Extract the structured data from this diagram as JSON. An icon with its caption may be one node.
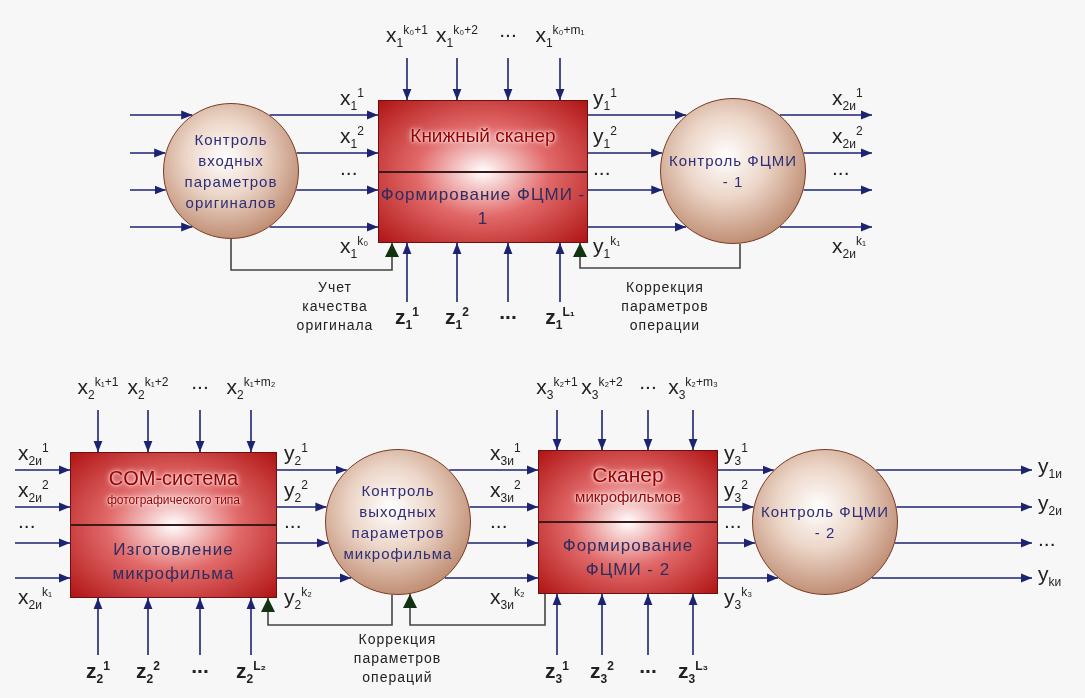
{
  "diagram": {
    "nodes": [
      {
        "text": [
          "Контроль входных параметров оригиналов"
        ]
      },
      {
        "text": [
          "Книжный сканер",
          "Формирование ФЦМИ - 1"
        ]
      },
      {
        "text": [
          "Контроль ФЦМИ - 1"
        ]
      },
      {
        "text": [
          "COM-система",
          "фотографического типа",
          "Изготовление микрофильма"
        ]
      },
      {
        "text": [
          "Контроль выходных параметров микрофильма"
        ]
      },
      {
        "text": [
          "Сканер",
          "микрофильмов",
          "Формирование ФЦМИ - 2"
        ]
      },
      {
        "text": [
          "Контроль ФЦМИ - 2"
        ]
      }
    ],
    "edges": [
      {
        "from": null,
        "to": 0,
        "arrow": "to"
      },
      {
        "from": null,
        "to": 0,
        "arrow": "to"
      },
      {
        "from": null,
        "to": 0,
        "arrow": "to"
      },
      {
        "from": null,
        "to": 0,
        "arrow": "to"
      },
      {
        "from": 0,
        "to": 1,
        "arrow": "to",
        "label": "x$_{1}$$^{1}$"
      },
      {
        "from": 0,
        "to": 1,
        "arrow": "to",
        "label": "x$_{1}$$^{2}$"
      },
      {
        "from": 0,
        "to": 1,
        "arrow": "to",
        "label": "..."
      },
      {
        "from": 0,
        "to": 1,
        "arrow": "to",
        "label": "x$_{1}$$^{k₀}$"
      },
      {
        "from": null,
        "to": 1,
        "arrow": "to",
        "label": "x$_{1}$$^{k₀+1}$"
      },
      {
        "from": null,
        "to": 1,
        "arrow": "to",
        "label": "x$_{1}$$^{k₀+2}$"
      },
      {
        "from": null,
        "to": 1,
        "arrow": "to",
        "label": "..."
      },
      {
        "from": null,
        "to": 1,
        "arrow": "to",
        "label": "x$_{1}$$^{k₀+m₁}$"
      },
      {
        "from": null,
        "to": 1,
        "arrow": "to",
        "label": "z$_{1}$$^{1}$"
      },
      {
        "from": null,
        "to": 1,
        "arrow": "to",
        "label": "z$_{1}$$^{2}$"
      },
      {
        "from": null,
        "to": 1,
        "arrow": "to",
        "label": "..."
      },
      {
        "from": null,
        "to": 1,
        "arrow": "to",
        "label": "z$_{1}$$^{L₁}$"
      },
      {
        "from": 1,
        "to": 2,
        "arrow": "to",
        "label": "y$_{1}$$^{1}$"
      },
      {
        "from": 1,
        "to": 2,
        "arrow": "to",
        "label": "y$_{1}$$^{2}$"
      },
      {
        "from": 1,
        "to": 2,
        "arrow": "to",
        "label": "..."
      },
      {
        "from": 1,
        "to": 2,
        "arrow": "to",
        "label": "y$_{1}$$^{k₁}$"
      },
      {
        "from": 2,
        "to": null,
        "arrow": "to",
        "label": "x$_{2и}$$^{1}$"
      },
      {
        "from": 2,
        "to": null,
        "arrow": "to",
        "label": "x$_{2и}$$^{2}$"
      },
      {
        "from": 2,
        "to": null,
        "arrow": "to",
        "label": "..."
      },
      {
        "from": 2,
        "to": null,
        "arrow": "to",
        "label": "x$_{2и}$$^{k₁}$"
      },
      {
        "from": 0,
        "to": 1,
        "arrow": "to",
        "label": "Учет качества оригинала"
      },
      {
        "from": 2,
        "to": 1,
        "arrow": "to",
        "label": "Коррекция параметров операции"
      },
      {
        "from": null,
        "to": 3,
        "arrow": "to",
        "label": "x$_{2и}$$^{1}$"
      },
      {
        "from": null,
        "to": 3,
        "arrow": "to",
        "label": "x$_{2и}$$^{2}$"
      },
      {
        "from": null,
        "to": 3,
        "arrow": "to",
        "label": "..."
      },
      {
        "from": null,
        "to": 3,
        "arrow": "to",
        "label": "x$_{2и}$$^{k₁}$"
      },
      {
        "from": null,
        "to": 3,
        "arrow": "to",
        "label": "x$_{2}$$^{k₁+1}$"
      },
      {
        "from": null,
        "to": 3,
        "arrow": "to",
        "label": "x$_{2}$$^{k₁+2}$"
      },
      {
        "from": null,
        "to": 3,
        "arrow": "to",
        "label": "..."
      },
      {
        "from": null,
        "to": 3,
        "arrow": "to",
        "label": "x$_{2}$$^{k₁+m₂}$"
      },
      {
        "from": null,
        "to": 3,
        "arrow": "to",
        "label": "z$_{2}$$^{1}$"
      },
      {
        "from": null,
        "to": 3,
        "arrow": "to",
        "label": "z$_{2}$$^{2}$"
      },
      {
        "from": null,
        "to": 3,
        "arrow": "to",
        "label": "..."
      },
      {
        "from": null,
        "to": 3,
        "arrow": "to",
        "label": "z$_{2}$$^{L₂}$"
      },
      {
        "from": 3,
        "to": 4,
        "arrow": "to",
        "label": "y$_{2}$$^{1}$"
      },
      {
        "from": 3,
        "to": 4,
        "arrow": "to",
        "label": "y$_{2}$$^{2}$"
      },
      {
        "from": 3,
        "to": 4,
        "arrow": "to",
        "label": "..."
      },
      {
        "from": 3,
        "to": 4,
        "arrow": "to",
        "label": "y$_{2}$$^{k₂}$"
      },
      {
        "from": 4,
        "to": 5,
        "arrow": "to",
        "label": "x$_{3и}$$^{1}$"
      },
      {
        "from": 4,
        "to": 5,
        "arrow": "to",
        "label": "x$_{3и}$$^{2}$"
      },
      {
        "from": 4,
        "to": 5,
        "arrow": "to",
        "label": "..."
      },
      {
        "from": 4,
        "to": 5,
        "arrow": "to",
        "label": "x$_{3и}$$^{k₂}$"
      },
      {
        "from": null,
        "to": 5,
        "arrow": "to",
        "label": "x$_{3}$$^{k₂+1}$"
      },
      {
        "from": null,
        "to": 5,
        "arrow": "to",
        "label": "x$_{3}$$^{k₂+2}$"
      },
      {
        "from": null,
        "to": 5,
        "arrow": "to",
        "label": "..."
      },
      {
        "from": null,
        "to": 5,
        "arrow": "to",
        "label": "x$_{3}$$^{k₂+m₃}$"
      },
      {
        "from": null,
        "to": 5,
        "arrow": "to",
        "label": "z$_{3}$$^{1}$"
      },
      {
        "from": null,
        "to": 5,
        "arrow": "to",
        "label": "z$_{3}$$^{2}$"
      },
      {
        "from": null,
        "to": 5,
        "arrow": "to",
        "label": "..."
      },
      {
        "from": null,
        "to": 5,
        "arrow": "to",
        "label": "z$_{3}$$^{L₃}$"
      },
      {
        "from": 5,
        "to": 6,
        "arrow": "to",
        "label": "y$_{3}$$^{1}$"
      },
      {
        "from": 5,
        "to": 6,
        "arrow": "to",
        "label": "y$_{3}$$^{2}$"
      },
      {
        "from": 5,
        "to": 6,
        "arrow": "to",
        "label": "..."
      },
      {
        "from": 5,
        "to": 6,
        "arrow": "to",
        "label": "y$_{3}$$^{k₃}$"
      },
      {
        "from": 6,
        "to": null,
        "arrow": "to",
        "label": "y$_{1и}$"
      },
      {
        "from": 6,
        "to": null,
        "arrow": "to",
        "label": "y$_{2и}$"
      },
      {
        "from": 6,
        "to": null,
        "arrow": "to",
        "label": "..."
      },
      {
        "from": 6,
        "to": null,
        "arrow": "to",
        "label": "y$_{kи}$"
      },
      {
        "from": 4,
        "to": 3,
        "arrow": "to",
        "label": "Коррекция параметров операций"
      },
      {
        "from": 5,
        "to": 4,
        "arrow": "to"
      }
    ]
  }
}
